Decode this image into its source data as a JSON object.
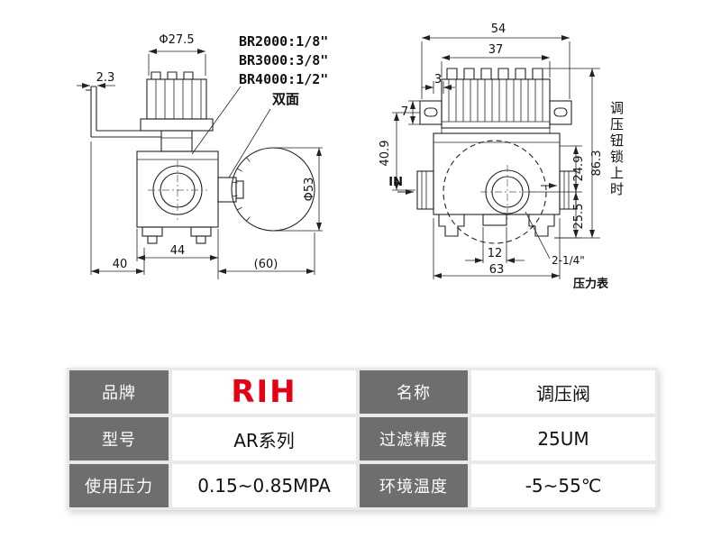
{
  "drawing_left": {
    "dim_knob_diameter": "Φ27.5",
    "dim_bracket": "2.3",
    "thread_option_1": "BR2000:1/8\"",
    "thread_option_2": "BR3000:3/8\"",
    "thread_option_3": "BR4000:1/2\"",
    "note_double_sided": "双面",
    "dim_gauge_diameter": "Φ53",
    "dim_body_width": "44",
    "dim_left_width": "40",
    "dim_right_width": "(60)"
  },
  "drawing_right": {
    "dim_top_width": "54",
    "dim_knob_width": "37",
    "dim_rib": "3",
    "dim_ear_height": "7",
    "dim_upper_height": "40.9",
    "port_in": "IN",
    "dim_upper_right": "24.9",
    "dim_total_height": "86.3",
    "dim_lower_right": "25.5",
    "dim_bottom_small": "12",
    "dim_bottom_width": "63",
    "thread_gauge": "2-1/4\"",
    "note_lock": "调压钮锁上时",
    "label_gauge": "压力表"
  },
  "table": {
    "brand_color": "#e60012",
    "header_bg": "#6e6e6e",
    "rows": [
      {
        "left_label": "品牌",
        "left_value": "RIH",
        "right_label": "名称",
        "right_value": "调压阀"
      },
      {
        "left_label": "型号",
        "left_value": "AR系列",
        "right_label": "过滤精度",
        "right_value": "25UM"
      },
      {
        "left_label": "使用压力",
        "left_value": "0.15~0.85MPA",
        "right_label": "环境温度",
        "right_value": "-5~55℃"
      }
    ]
  }
}
